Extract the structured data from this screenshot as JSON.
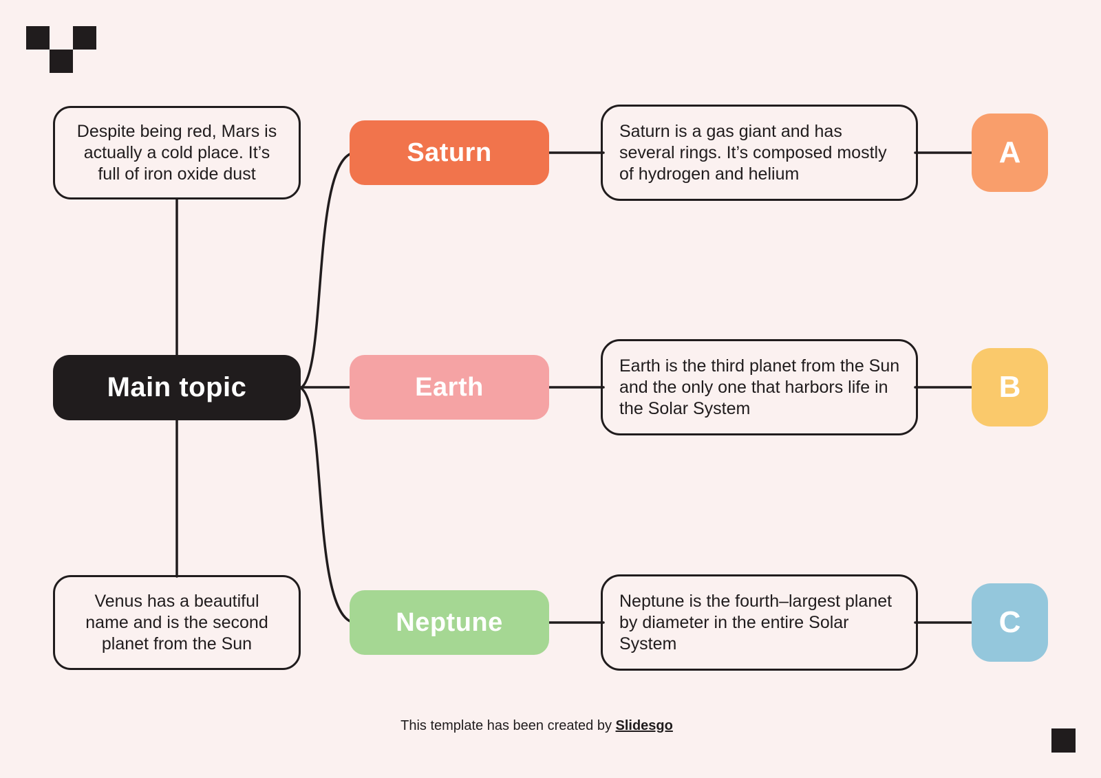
{
  "page": {
    "background": "#FBF1F0",
    "ink_color": "#201C1D"
  },
  "main_topic": {
    "label": "Main topic",
    "bg": "#201C1D",
    "text_color": "#FFFFFF"
  },
  "side_notes": [
    {
      "text": "Despite being red, Mars is actually a cold place. It’s full of iron oxide dust"
    },
    {
      "text": "Venus has a beautiful name and is the second planet from the Sun"
    }
  ],
  "branches": [
    {
      "topic": "Saturn",
      "topic_color": "#F1744C",
      "description": "Saturn is a gas giant and has several rings. It’s composed mostly of hydrogen and helium",
      "badge": "A",
      "badge_color": "#F99E6B"
    },
    {
      "topic": "Earth",
      "topic_color": "#F5A3A4",
      "description": "Earth is the third planet from the Sun and the only one that harbors life in the Solar System",
      "badge": "B",
      "badge_color": "#FAC96B"
    },
    {
      "topic": "Neptune",
      "topic_color": "#A5D793",
      "description": "Neptune is the fourth–largest planet by diameter in the entire Solar System",
      "badge": "C",
      "badge_color": "#94C7DC"
    }
  ],
  "footer": {
    "prefix": "This template has been created by ",
    "brand": "Slidesgo"
  }
}
